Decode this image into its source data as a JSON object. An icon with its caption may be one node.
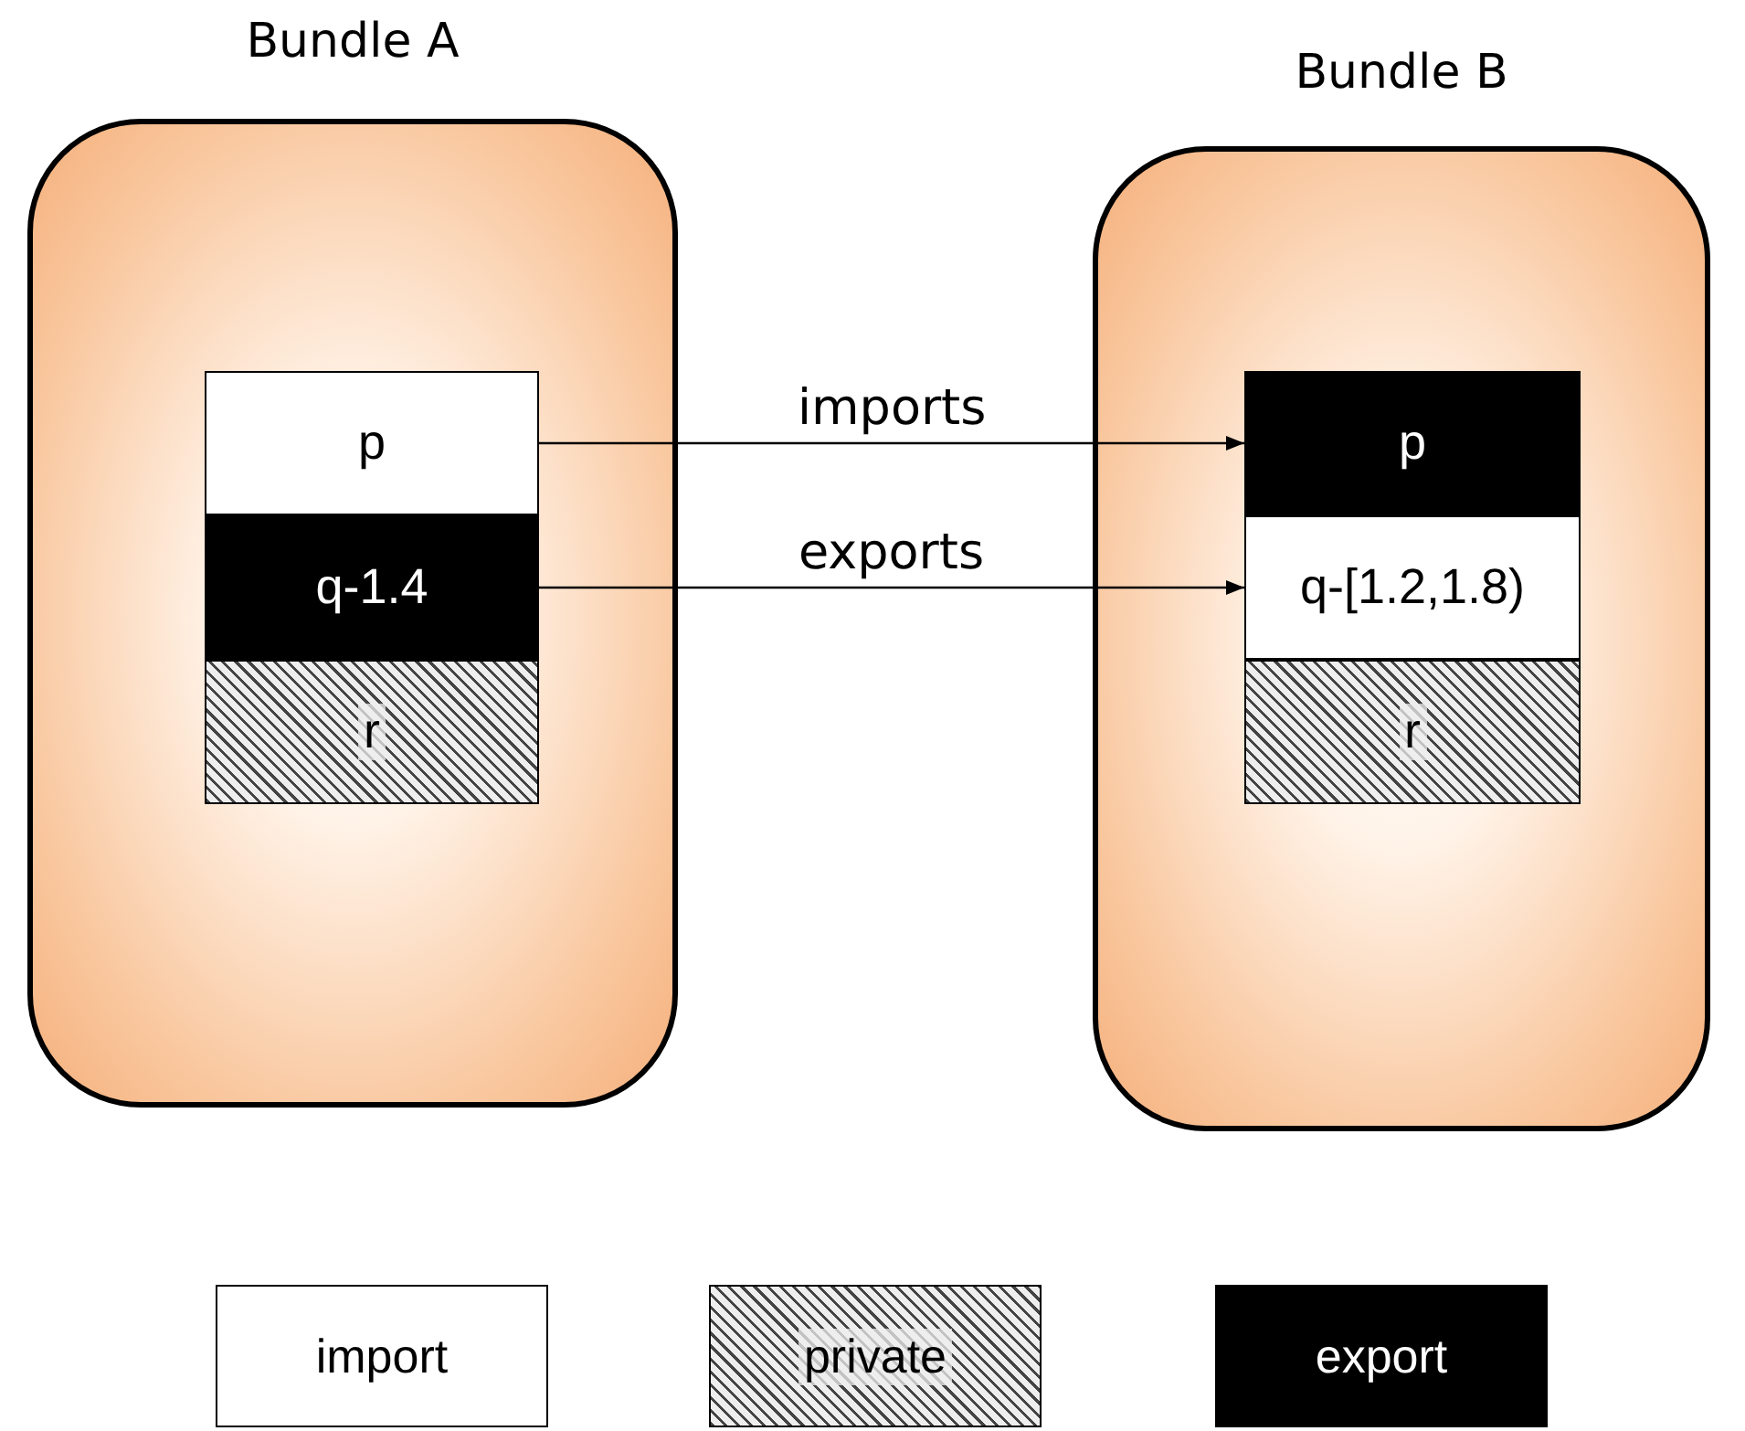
{
  "diagram": {
    "nodes": [
      {
        "text": [
          "Bundle A"
        ]
      },
      {
        "text": [
          "p"
        ],
        "in": 0
      },
      {
        "text": [
          "q-1.4"
        ],
        "in": 0
      },
      {
        "text": [
          "r"
        ],
        "in": 0
      },
      {
        "text": [
          "Bundle B"
        ]
      },
      {
        "text": [
          "p"
        ],
        "in": 4
      },
      {
        "text": [
          "q-[1.2,1.8)"
        ],
        "in": 4
      },
      {
        "text": [
          "r"
        ],
        "in": 4
      }
    ],
    "edges": [
      {
        "from": 1,
        "to": 5,
        "arrow": "to",
        "label": "imports"
      },
      {
        "from": 2,
        "to": 6,
        "arrow": "to",
        "label": "exports"
      }
    ],
    "legend": [
      {
        "text": "import",
        "color": "#ffffff"
      },
      {
        "text": "private"
      },
      {
        "text": "export",
        "color": "#000000"
      }
    ]
  }
}
